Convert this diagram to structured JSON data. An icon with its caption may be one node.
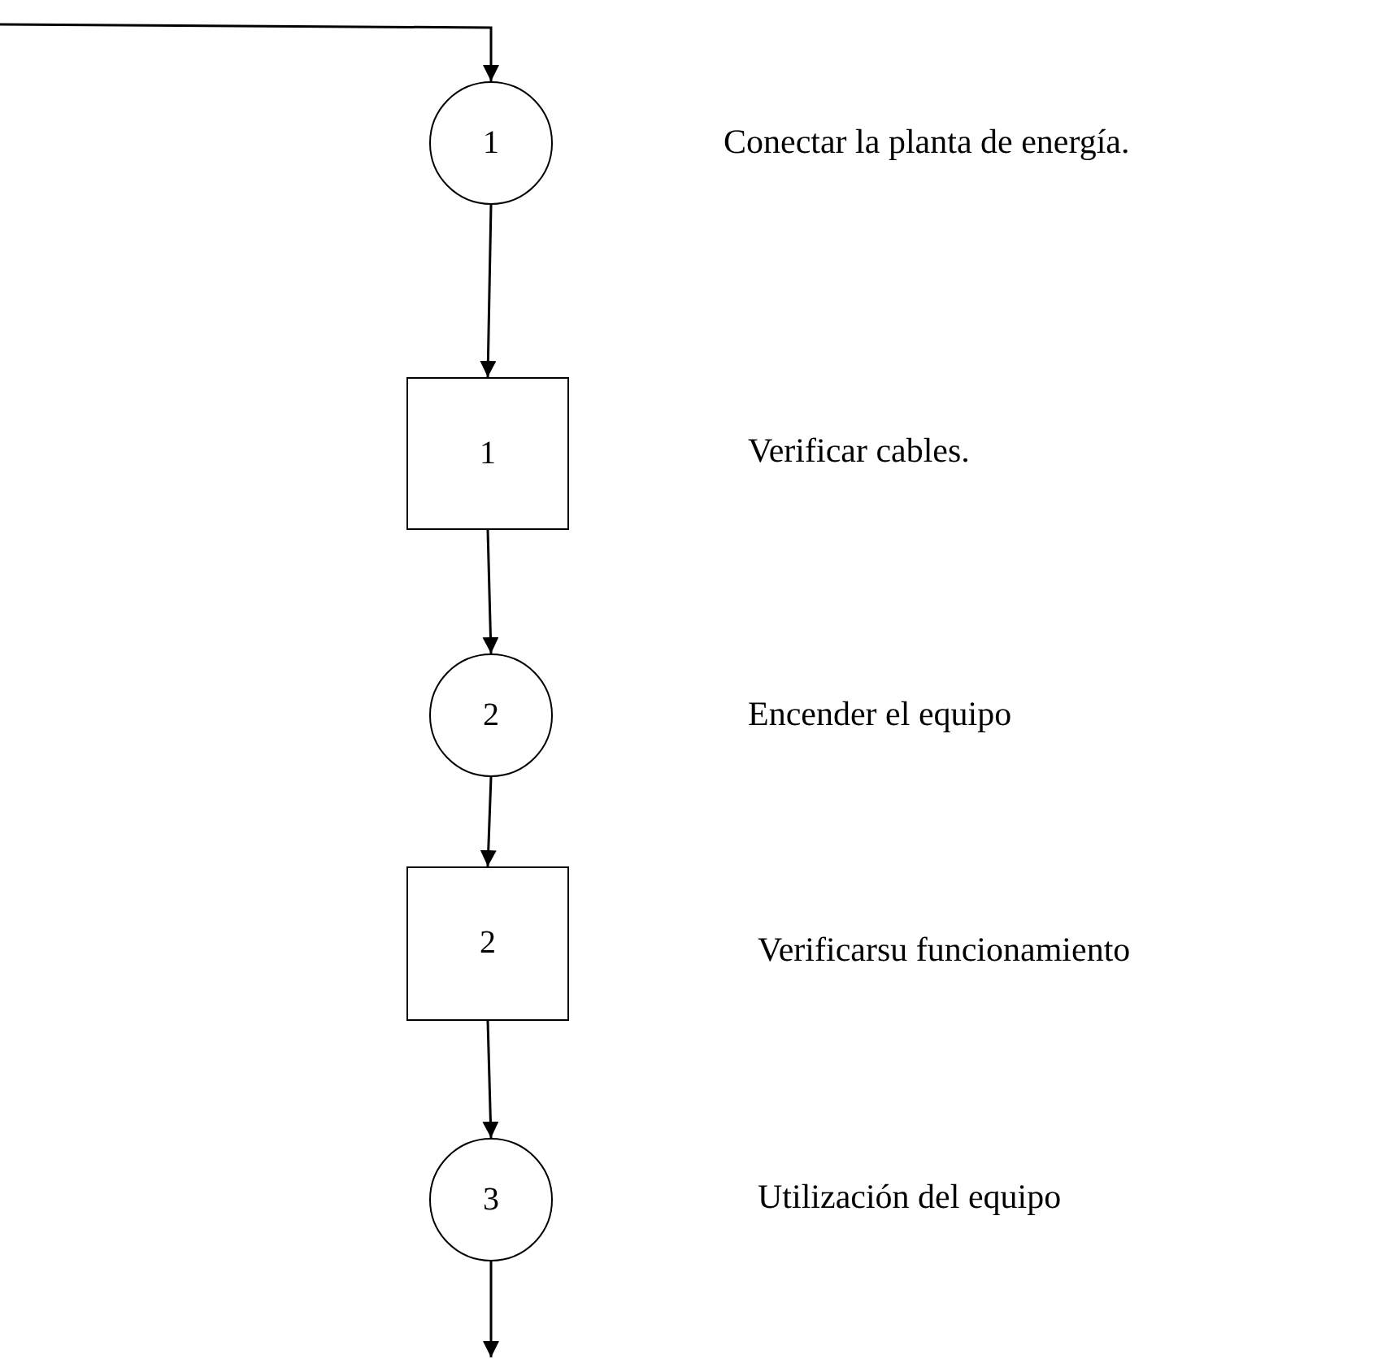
{
  "diagram": {
    "nodes": [
      {
        "text": [
          "1"
        ]
      },
      {
        "text": [
          "1"
        ]
      },
      {
        "text": [
          "2"
        ]
      },
      {
        "text": [
          "2"
        ]
      },
      {
        "text": [
          "3"
        ]
      }
    ],
    "edges": [
      {
        "from": null,
        "to": 0,
        "arrow": "to"
      },
      {
        "from": 0,
        "to": 1,
        "arrow": "to"
      },
      {
        "from": 1,
        "to": 2,
        "arrow": "to"
      },
      {
        "from": 2,
        "to": 3,
        "arrow": "to"
      },
      {
        "from": 3,
        "to": 4,
        "arrow": "to"
      },
      {
        "from": 4,
        "to": null,
        "arrow": "to"
      }
    ],
    "labels": [
      "Conectar la planta de energía.",
      "Verificar cables.",
      "Encender el equipo",
      "Verificarsu funcionamiento",
      "Utilización del equipo"
    ]
  }
}
